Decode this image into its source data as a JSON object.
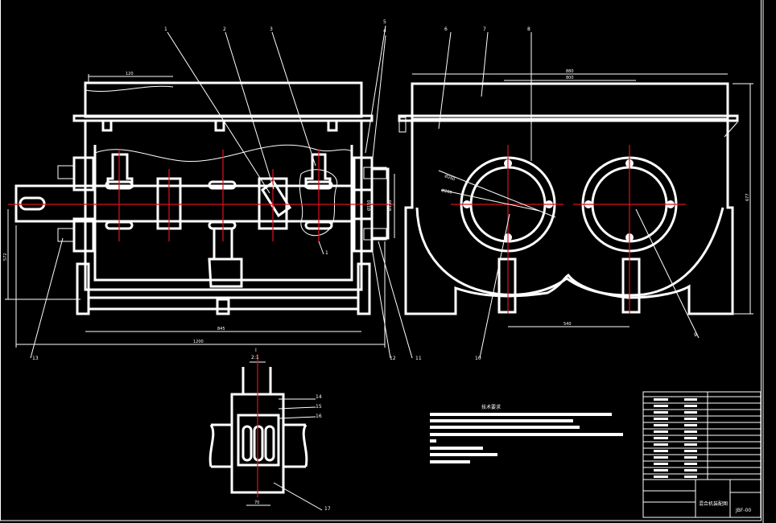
{
  "drawing": {
    "part_labels": [
      "1",
      "2",
      "3",
      "5",
      "4",
      "6",
      "7",
      "8",
      "9",
      "10",
      "11",
      "12",
      "13",
      "14",
      "15",
      "16",
      "17",
      "1"
    ],
    "detail_title": "I",
    "detail_scale": "2:1",
    "dims": {
      "top_left": "120",
      "inner_len": "845",
      "total_len": "1200",
      "height_left": "572",
      "right_width_outer": "880",
      "right_width_inner": "800",
      "right_height": "677",
      "bottom_right": "540",
      "detail_bottom": "70",
      "diam_1": "Ø260",
      "diam_2": "Ø200",
      "side_a": "Ø130",
      "side_b": "Ø150"
    },
    "tech_title": "技术要求"
  },
  "title_block": {
    "drawing_name": "混合机装配图",
    "drawing_code": "JBF-00"
  }
}
